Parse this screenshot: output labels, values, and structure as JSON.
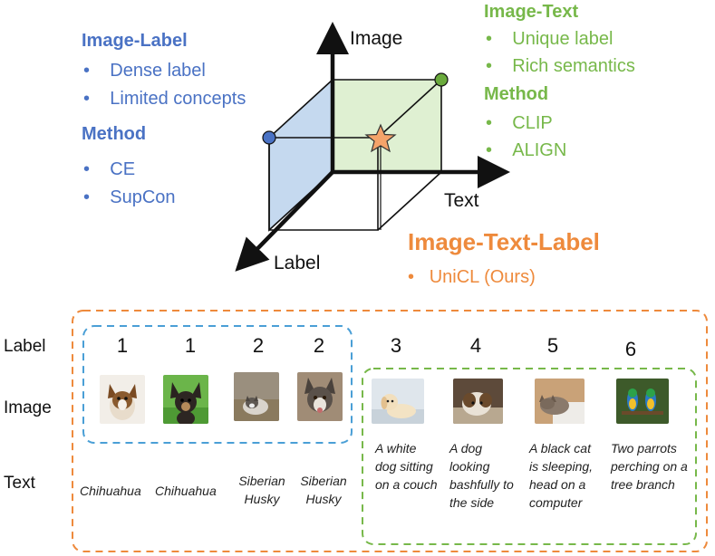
{
  "image_label": {
    "title": "Image-Label",
    "items": [
      "Dense label",
      "Limited concepts"
    ],
    "method_title": "Method",
    "methods": [
      "CE",
      "SupCon"
    ]
  },
  "image_text": {
    "title": "Image-Text",
    "items": [
      "Unique label",
      "Rich semantics"
    ],
    "method_title": "Method",
    "methods": [
      "CLIP",
      "ALIGN"
    ]
  },
  "image_text_label": {
    "title": "Image-Text-Label",
    "items": [
      "UniCL (Ours)"
    ]
  },
  "axes": {
    "image": "Image",
    "text": "Text",
    "label": "Label"
  },
  "bullet": "•",
  "rows": {
    "label": "Label",
    "image": "Image",
    "text": "Text"
  },
  "samples": [
    {
      "label": "1",
      "image": "chihuahua-photo",
      "text": "Chihuahua"
    },
    {
      "label": "1",
      "image": "chihuahua-photo",
      "text": "Chihuahua"
    },
    {
      "label": "2",
      "image": "husky-photo",
      "text": "Siberian Husky"
    },
    {
      "label": "2",
      "image": "husky-photo",
      "text": "Siberian Husky"
    },
    {
      "label": "3",
      "image": "white-dog-photo",
      "text": "A white dog sitting on a couch"
    },
    {
      "label": "4",
      "image": "dog-side-photo",
      "text": "A dog looking bashfully to the side"
    },
    {
      "label": "5",
      "image": "black-cat-photo",
      "text": "A black cat is sleeping, head on a computer"
    },
    {
      "label": "6",
      "image": "parrots-photo",
      "text": "Two parrots perching on a tree branch"
    }
  ],
  "colors": {
    "image_label": "#4a72c4",
    "image_text": "#77b84a",
    "image_text_label": "#ee8a3c",
    "blue_face": "#c5d9ef",
    "green_face": "#dff0d2"
  }
}
